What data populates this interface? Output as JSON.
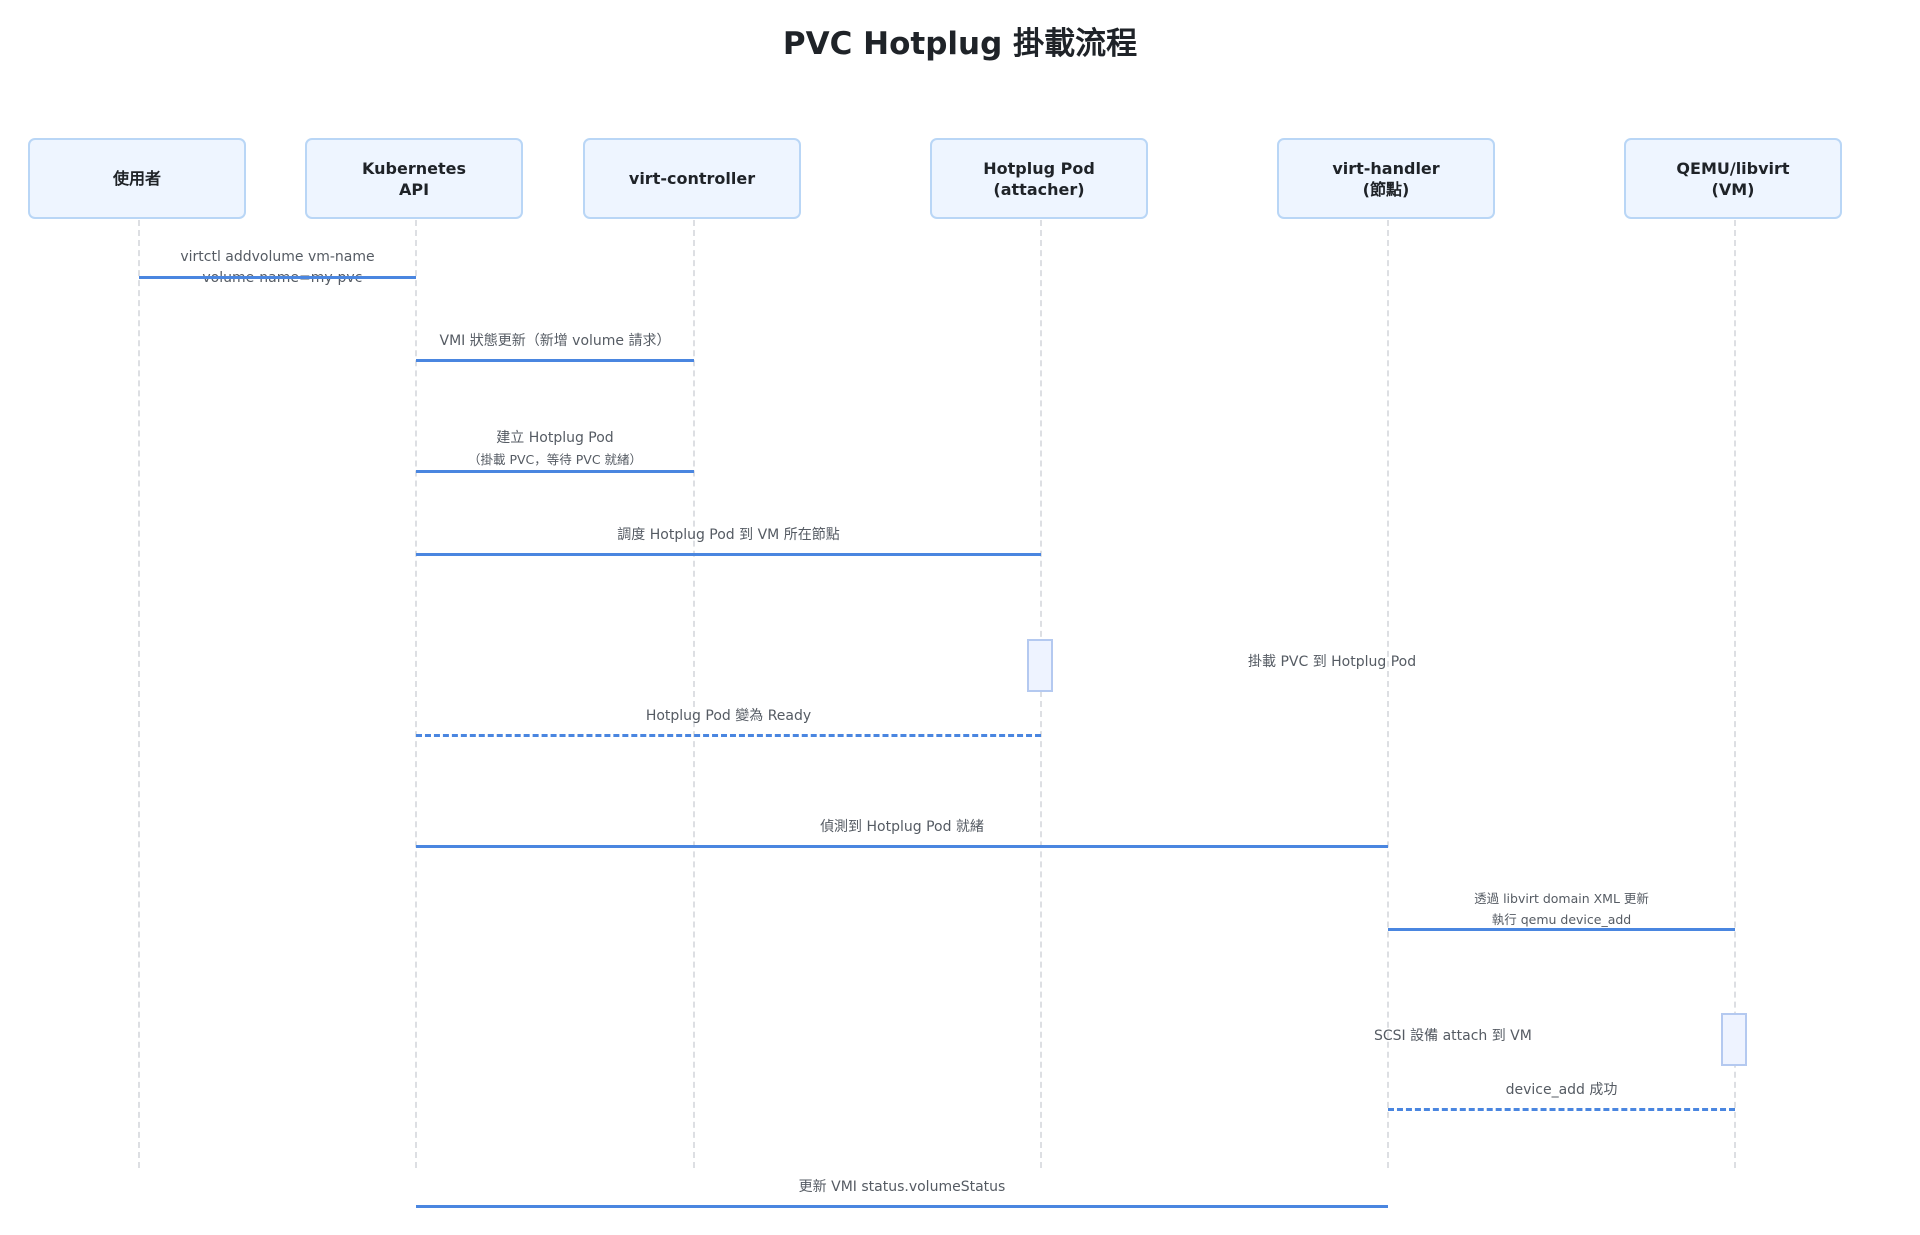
{
  "title": "PVC Hotplug 掛載流程",
  "actors": [
    {
      "line1": "使用者",
      "line2": ""
    },
    {
      "line1": "Kubernetes",
      "line2": "API"
    },
    {
      "line1": "virt-controller",
      "line2": ""
    },
    {
      "line1": "Hotplug Pod",
      "line2": "(attacher)"
    },
    {
      "line1": "virt-handler",
      "line2": "(節點)"
    },
    {
      "line1": "QEMU/libvirt",
      "line2": "(VM)"
    }
  ],
  "messages": [
    {
      "line1": "virtctl addvolume vm-name",
      "line2": "--volume-name=my-pvc",
      "style": "solid"
    },
    {
      "line1": "VMI 狀態更新（新增 volume 請求）",
      "line2": "",
      "style": "solid"
    },
    {
      "line1": "建立 Hotplug Pod",
      "line2": "（掛載 PVC，等待 PVC 就緒）",
      "style": "solid"
    },
    {
      "line1": "調度 Hotplug Pod 到 VM 所在節點",
      "line2": "",
      "style": "solid"
    },
    {
      "line1": "Hotplug Pod 變為 Ready",
      "line2": "",
      "style": "dashed"
    },
    {
      "line1": "偵測到 Hotplug Pod 就緒",
      "line2": "",
      "style": "solid"
    },
    {
      "line1": "透過 libvirt domain XML 更新",
      "line2": "執行 qemu device_add",
      "style": "solid"
    },
    {
      "line1": "device_add 成功",
      "line2": "",
      "style": "dashed"
    },
    {
      "line1": "更新 VMI status.volumeStatus",
      "line2": "",
      "style": "solid"
    }
  ],
  "self_notes": [
    {
      "text": "掛載 PVC 到 Hotplug Pod"
    },
    {
      "text": "SCSI 設備 attach 到 VM"
    }
  ],
  "colors": {
    "arrow": "#4a86e0",
    "actor_fill": "#eef5ff",
    "actor_border": "#b9d6f6"
  }
}
